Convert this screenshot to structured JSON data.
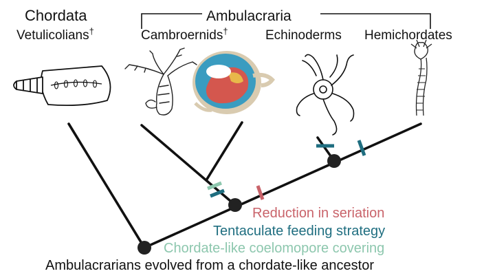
{
  "groups": {
    "chordata": "Chordata",
    "ambulacraria": "Ambulacraria"
  },
  "taxa": [
    {
      "key": "vetulicolians",
      "label": "Vetulicolians",
      "extinct_mark": "†"
    },
    {
      "key": "cambroernids",
      "label": "Cambroernids",
      "extinct_mark": "†"
    },
    {
      "key": "echinoderms",
      "label": "Echinoderms",
      "extinct_mark": ""
    },
    {
      "key": "hemichordates",
      "label": "Hemichordates",
      "extinct_mark": ""
    }
  ],
  "characters": [
    {
      "key": "reduction",
      "label": "Reduction in seriation",
      "color": "#c9636a"
    },
    {
      "key": "tentaculate",
      "label": "Tentaculate feeding strategy",
      "color": "#1f6e80"
    },
    {
      "key": "coelomopore",
      "label": "Chordate-like coelomopore covering",
      "color": "#8dc7ae"
    }
  ],
  "caption": "Ambulacrarians evolved from a chordate-like ancestor",
  "colors": {
    "branch": "#111111",
    "node": "#222222",
    "fossil_blue": "#3a9cc0",
    "fossil_red": "#d4574e",
    "fossil_yellow": "#e8b84a",
    "fossil_tan": "#d9cbb0"
  }
}
